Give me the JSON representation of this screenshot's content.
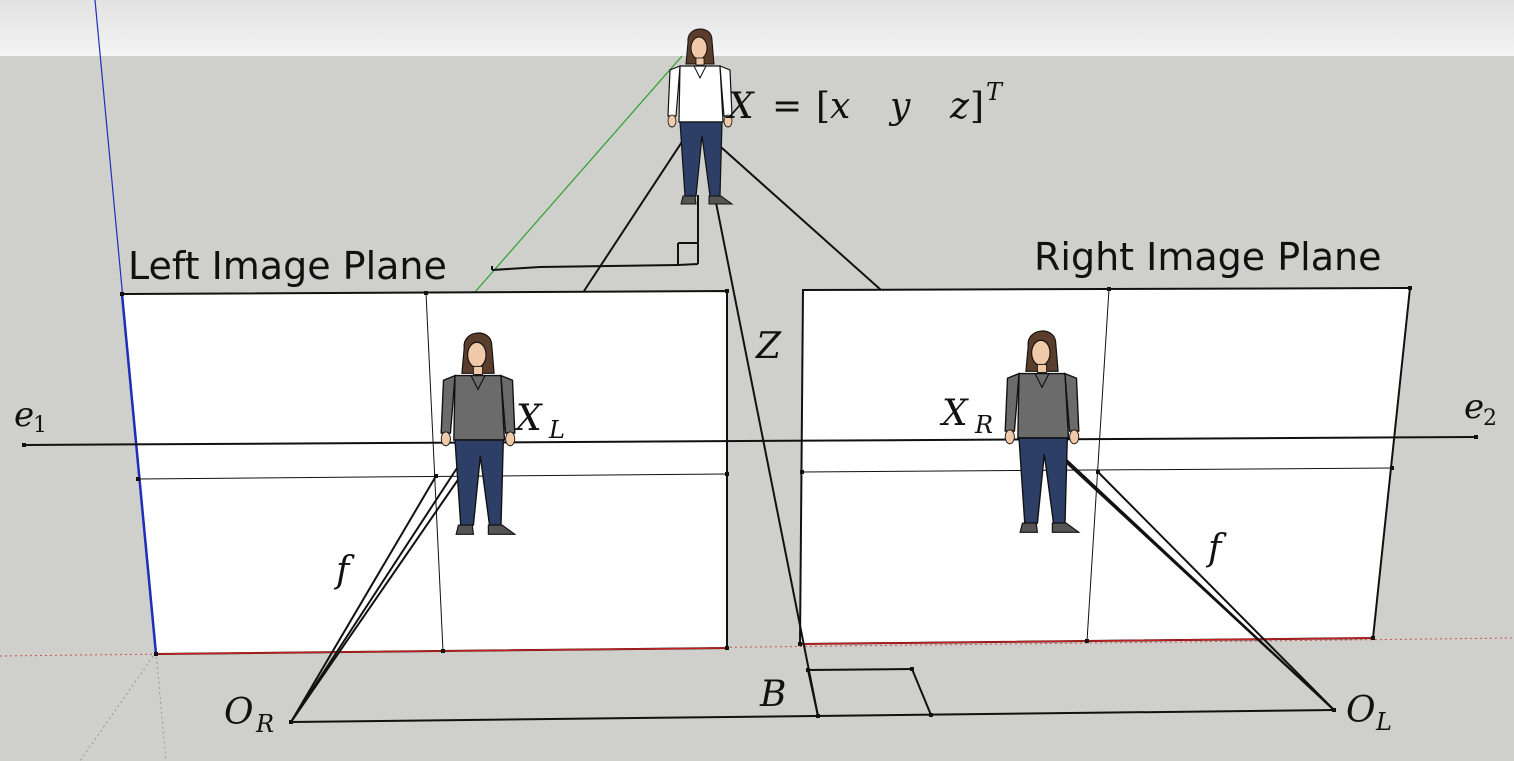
{
  "titles": {
    "left_plane": "Left Image Plane",
    "right_plane": "Right Image Plane"
  },
  "point_label": {
    "lhs": "X",
    "eq": "=",
    "open": "[",
    "x": "x",
    "y": "y",
    "z": "z",
    "close": "]",
    "sup": "T"
  },
  "math_labels": {
    "e1": {
      "base": "e",
      "sub": "1"
    },
    "e2": {
      "base": "e",
      "sub": "2"
    },
    "XL": {
      "base": "X",
      "sub": "L"
    },
    "XR": {
      "base": "X",
      "sub": "R"
    },
    "OR": {
      "base": "O",
      "sub": "R"
    },
    "OL": {
      "base": "O",
      "sub": "L"
    },
    "Z": "Z",
    "B": "B",
    "f_left": "f",
    "f_right": "f"
  },
  "colors": {
    "background": "#cfcfcb",
    "sky": "#eeeeee",
    "plane_fill": "#ffffff",
    "line": "#111111",
    "axis_blue": "#1f2fb8",
    "axis_red": "#c81e1e",
    "axis_green": "#2ca02c",
    "person_shirt_top": "#ffffff",
    "person_shirt": "#6b6b6b",
    "person_jeans": "#2d3f66",
    "person_hair": "#5a3d2b",
    "person_skin": "#f0c9a8"
  }
}
